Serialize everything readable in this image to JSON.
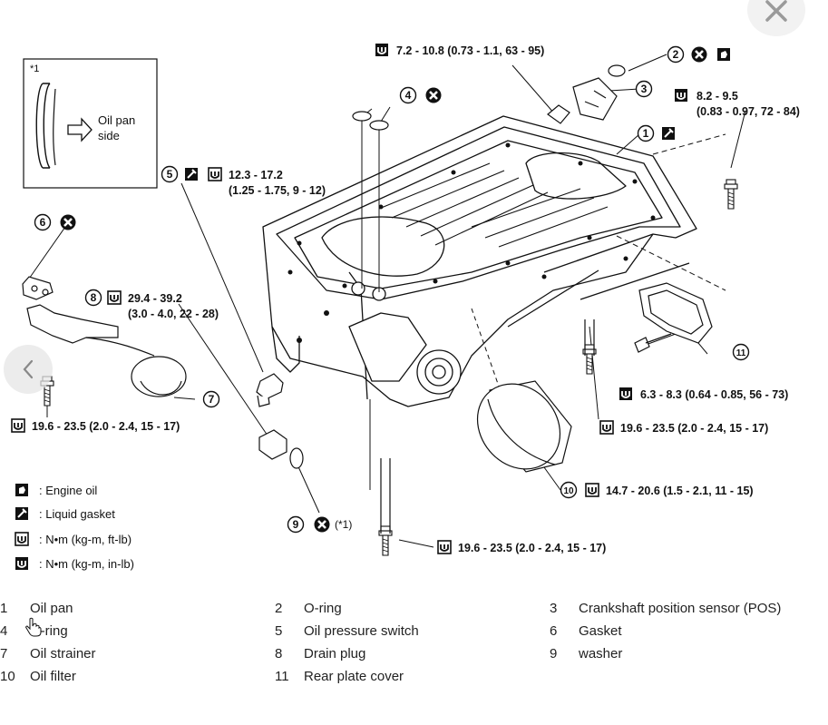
{
  "inset": {
    "ref": "*1",
    "text_line1": "Oil pan",
    "text_line2": "side"
  },
  "callouts": {
    "c1": "7.2 - 10.8 (0.73 - 1.1, 63 - 95)",
    "c2a": "8.2 - 9.5",
    "c2b": "(0.83 - 0.97, 72 - 84)",
    "c3a": "12.3 - 17.2",
    "c3b": "(1.25 - 1.75, 9 - 12)",
    "c4a": "29.4 - 39.2",
    "c4b": "(3.0 - 4.0, 22 - 28)",
    "c5": "19.6 - 23.5 (2.0 - 2.4, 15 - 17)",
    "c6": "6.3 - 8.3 (0.64 - 0.85, 56 - 73)",
    "c7": "19.6 - 23.5 (2.0 - 2.4, 15 - 17)",
    "c8": "14.7 - 20.6 (1.5 - 2.1, 11 - 15)",
    "c9": "19.6 - 23.5 (2.0 - 2.4, 15 - 17)",
    "washer_ref": "(*1)"
  },
  "numbers": {
    "n1": "1",
    "n2": "2",
    "n3": "3",
    "n4": "4",
    "n5": "5",
    "n6": "6",
    "n7": "7",
    "n8": "8",
    "n9": "9",
    "n10": "10",
    "n11": "11"
  },
  "legend": [
    {
      "icon": "engine-oil-icon",
      "label": ": Engine oil"
    },
    {
      "icon": "liquid-gasket-icon",
      "label": ": Liquid gasket"
    },
    {
      "icon": "torque-icon",
      "label": ": N•m (kg-m, ft-lb)"
    },
    {
      "icon": "torque-inlb-icon",
      "label": ": N•m (kg-m, in-lb)"
    }
  ],
  "parts": [
    {
      "no": "1",
      "name": "Oil pan"
    },
    {
      "no": "2",
      "name": "O-ring"
    },
    {
      "no": "3",
      "name": "Crankshaft position sensor (POS)"
    },
    {
      "no": "4",
      "name": "O-ring"
    },
    {
      "no": "5",
      "name": "Oil pressure switch"
    },
    {
      "no": "6",
      "name": "Gasket"
    },
    {
      "no": "7",
      "name": "Oil strainer"
    },
    {
      "no": "8",
      "name": "Drain plug"
    },
    {
      "no": "9",
      "name": "washer"
    },
    {
      "no": "10",
      "name": "Oil filter"
    },
    {
      "no": "11",
      "name": "Rear plate cover"
    }
  ],
  "colors": {
    "ink": "#111111",
    "bg": "#ffffff",
    "control_bg": "#f2f2f2",
    "control_icon": "#9a9a9a"
  },
  "controls": {
    "close": "close-icon",
    "prev": "chevron-left-icon"
  }
}
